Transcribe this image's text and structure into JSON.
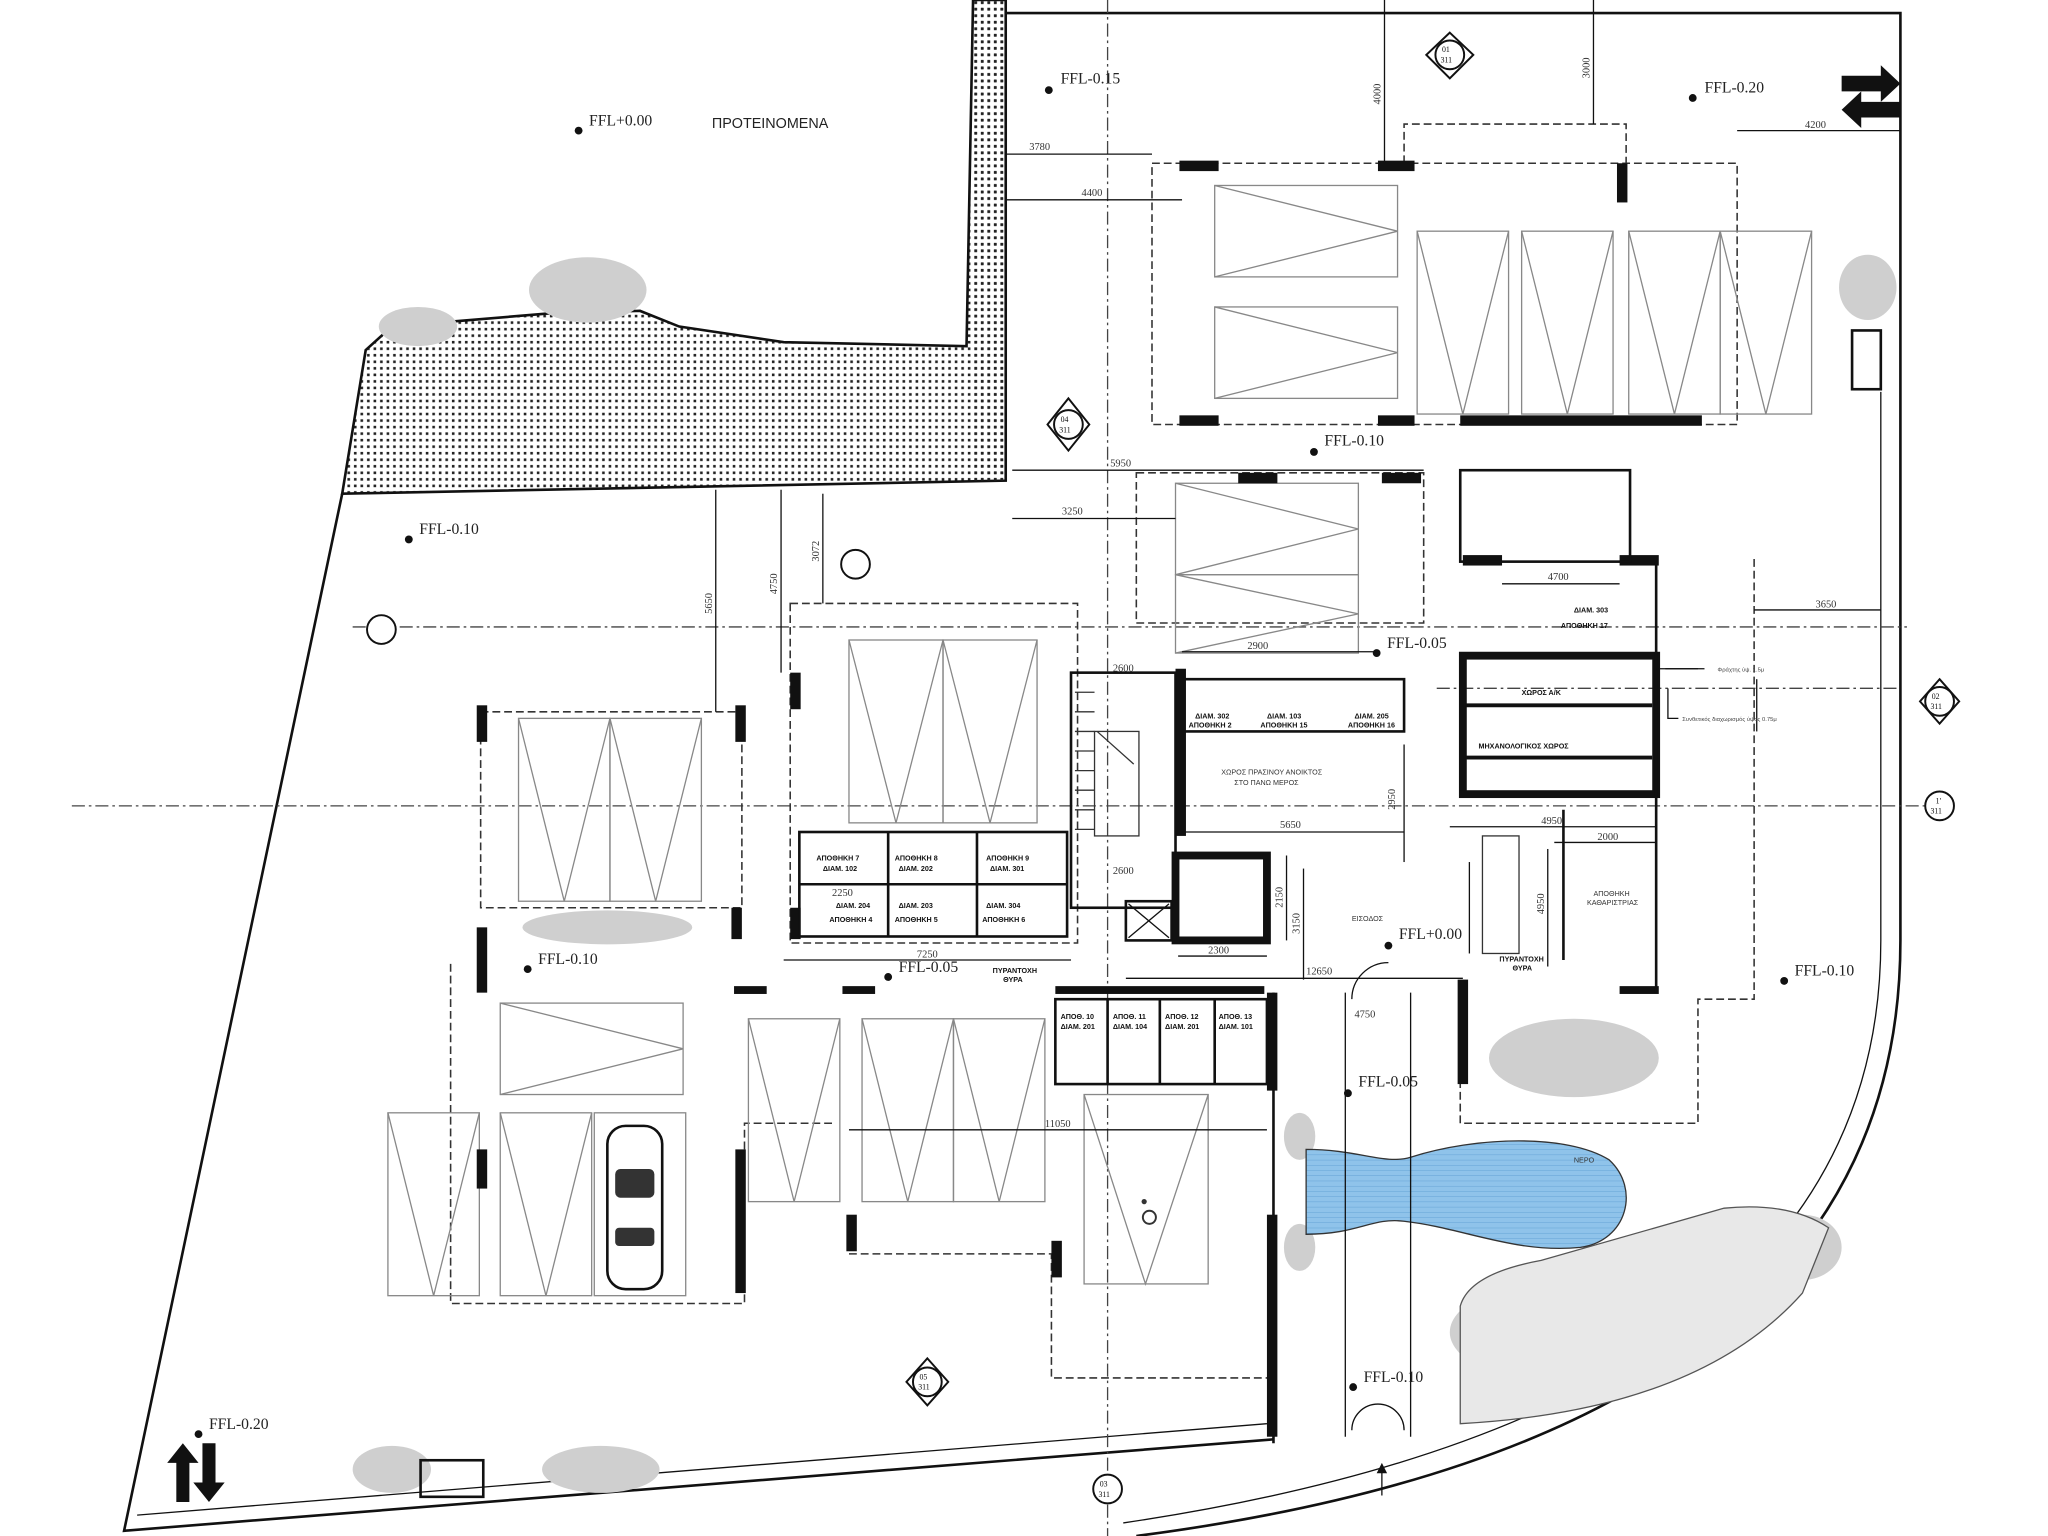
{
  "plan": {
    "title": "ΠΡΟΤΕΙΝΟΜΕΝΑ",
    "levels": [
      "FFL+0.00",
      "FFL-0.15",
      "FFL-0.20",
      "FFL-0.10",
      "FFL-0.10",
      "FFL-0.05",
      "FFL+0.00",
      "FFL-0.05",
      "FFL-0.10",
      "FFL-0.10",
      "FFL-0.05",
      "FFL-0.10",
      "FFL-0.20"
    ],
    "dimensions": [
      "3780",
      "4400",
      "4000",
      "3000",
      "4200",
      "5950",
      "3250",
      "5650",
      "4750",
      "3072",
      "2900",
      "2600",
      "4700",
      "3650",
      "5650",
      "2950",
      "4950",
      "2000",
      "2600",
      "2250",
      "7250",
      "2300",
      "2150",
      "3150",
      "12650",
      "4750",
      "11050",
      "4950"
    ],
    "rooms": {
      "green_space": [
        "ΧΩΡΟΣ ΠΡΑΣΙΝΟΥ ΑΝΟΙΚΤΟΣ",
        "ΣΤΟ ΠΑΝΩ ΜΕΡΟΣ"
      ],
      "entrance": "ΕΙΣΟΔΟΣ",
      "cleaner_storage": [
        "ΑΠΟΘΗΚΗ",
        "ΚΑΘΑΡΙΣΤΡΙΑΣ"
      ],
      "ac_room": "ΧΩΡΟΣ Α/Κ",
      "mech_room": "ΜΗΧΑΝΟΛΟΓΙΚΟΣ ΧΩΡΟΣ",
      "fire_door_1": [
        "ΠΥΡΑΝΤΟΧΗ",
        "ΘΥΡΑ"
      ],
      "fire_door_2": [
        "ΠΥΡΑΝΤΟΧΗ",
        "ΘΥΡΑ"
      ],
      "pool": "ΝΕΡΟ",
      "storage_17": [
        "ΔΙΑΜ. 303",
        "ΑΠΟΘΗΚΗ 17"
      ]
    },
    "storage_units": [
      [
        "ΑΠΟΘΗΚΗ 7",
        "ΔΙΑΜ. 102"
      ],
      [
        "ΑΠΟΘΗΚΗ 8",
        "ΔΙΑΜ. 202"
      ],
      [
        "ΑΠΟΘΗΚΗ 9",
        "ΔΙΑΜ. 301"
      ],
      [
        "ΔΙΑΜ. 204",
        "ΑΠΟΘΗΚΗ 4"
      ],
      [
        "ΔΙΑΜ. 203",
        "ΑΠΟΘΗΚΗ 5"
      ],
      [
        "ΔΙΑΜ. 304",
        "ΑΠΟΘΗΚΗ 6"
      ],
      [
        "ΔΙΑΜ. 302",
        "ΑΠΟΘΗΚΗ 2"
      ],
      [
        "ΔΙΑΜ. 103",
        "ΑΠΟΘΗΚΗ 15"
      ],
      [
        "ΔΙΑΜ. 205",
        "ΑΠΟΘΗΚΗ 16"
      ],
      [
        "ΑΠΟΘ. 10",
        "ΔΙΑΜ. 201"
      ],
      [
        "ΑΠΟΘ. 11",
        "ΔΙΑΜ. 104"
      ],
      [
        "ΑΠΟΘ. 12",
        "ΔΙΑΜ. 201"
      ],
      [
        "ΑΠΟΘ. 13",
        "ΔΙΑΜ. 101"
      ]
    ],
    "notes": [
      "Φράχτης ύψ. 1.5μ",
      "Συνθετικός διαχωρισμός ύψος 0.75μ"
    ],
    "section_markers": [
      [
        "04",
        "311"
      ],
      [
        "02",
        "311"
      ],
      [
        "1'",
        "311"
      ],
      [
        "05",
        "311"
      ],
      [
        "03",
        "311"
      ],
      [
        "01",
        "311"
      ]
    ],
    "colors": {
      "pool": "#8fc3ea",
      "hatch": "#222222",
      "tree": "#cfcfcf"
    }
  }
}
